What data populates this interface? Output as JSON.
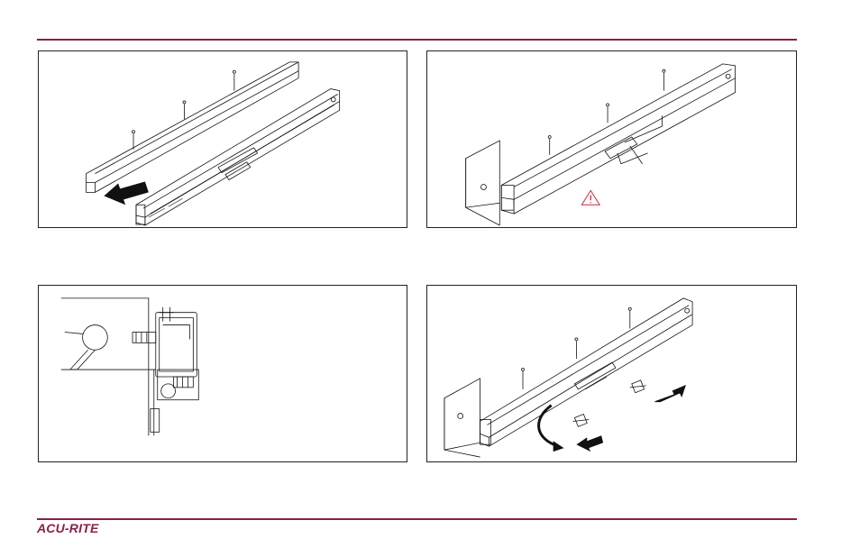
{
  "footer": {
    "brand": "ACU-RITE"
  },
  "colors": {
    "accent": "#8b1f4a",
    "warning": "#d0253a"
  },
  "figures": [
    {
      "name": "scale-cover-insertion",
      "icons": [
        "push-arrow-icon"
      ]
    },
    {
      "name": "scale-mounted-on-machine",
      "icons": [
        "warning-triangle-icon"
      ]
    },
    {
      "name": "mounting-detail-section",
      "icons": []
    },
    {
      "name": "shipping-bracket-removal",
      "icons": [
        "rotate-arrow-icon",
        "pull-arrow-icon",
        "push-arrow-icon"
      ]
    }
  ]
}
